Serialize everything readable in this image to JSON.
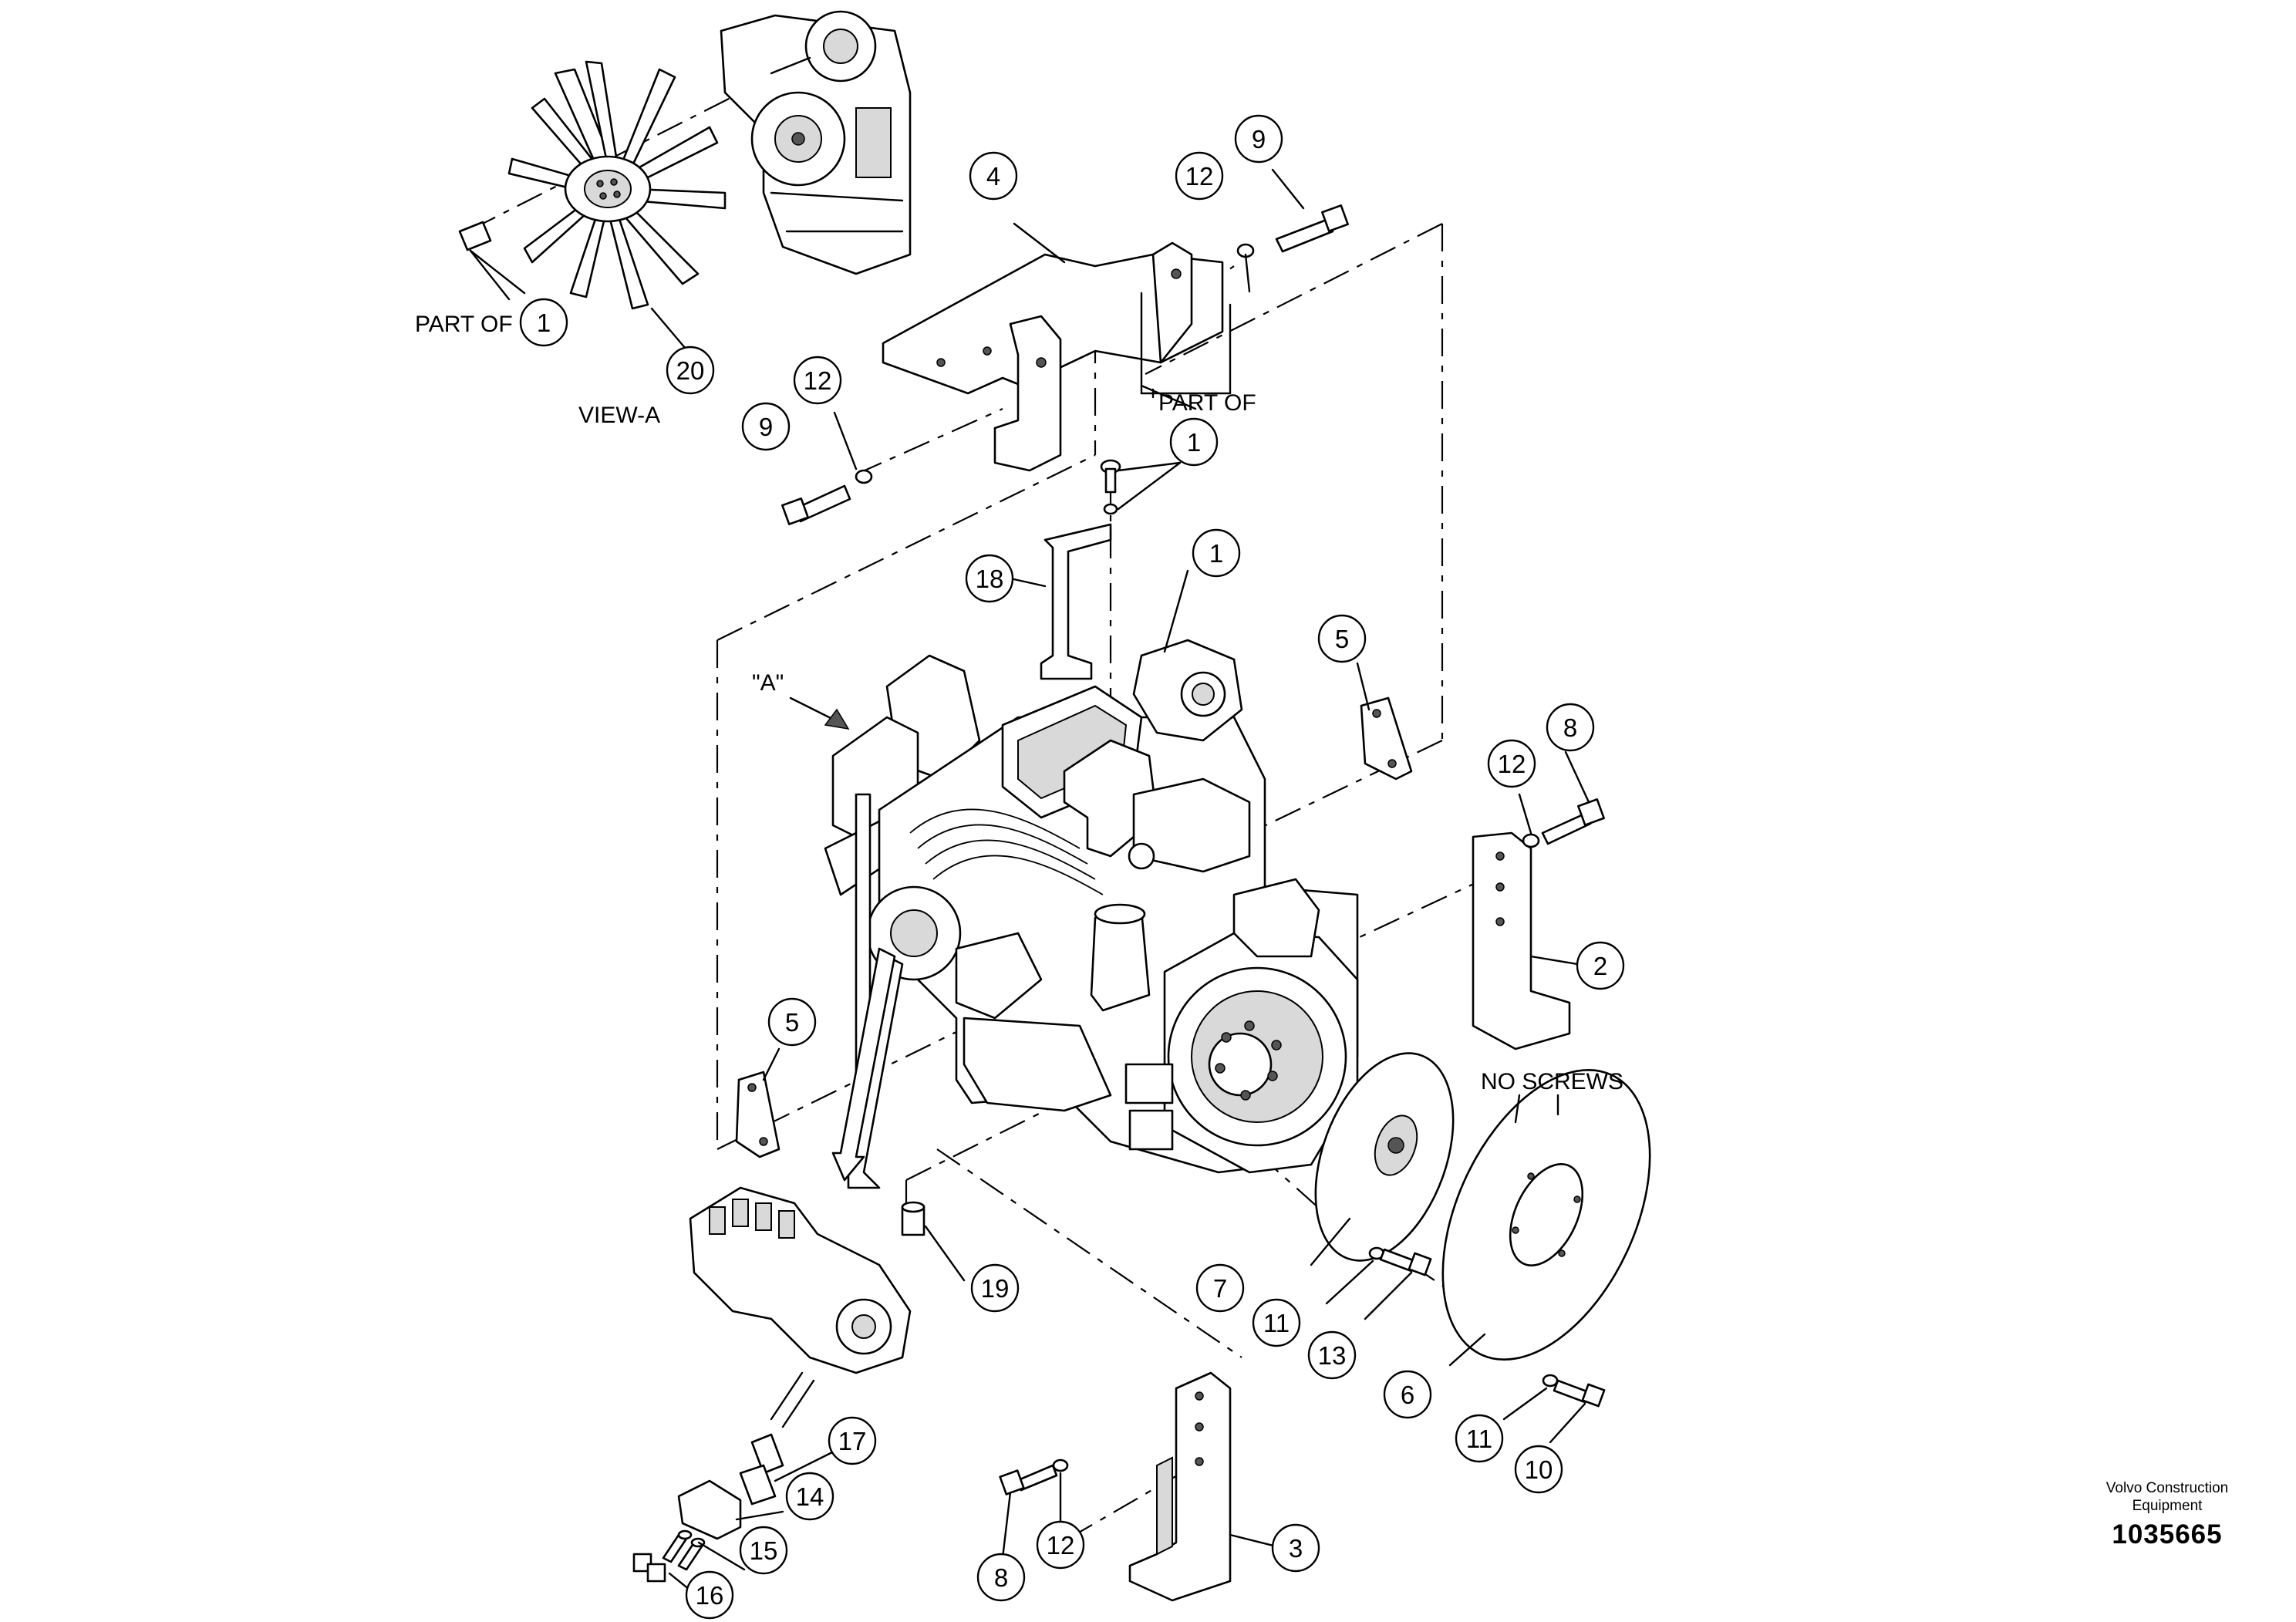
{
  "diagram": {
    "labels": {
      "part_of_a": "PART OF",
      "part_of_b": "PART OF",
      "view_a": "VIEW-A",
      "a_marker": "\"A\"",
      "no_screws": "NO SCREWS"
    },
    "callouts": [
      {
        "id": "c1a",
        "text": "1"
      },
      {
        "id": "c20",
        "text": "20"
      },
      {
        "id": "c4",
        "text": "4"
      },
      {
        "id": "c12a",
        "text": "12"
      },
      {
        "id": "c9a",
        "text": "9"
      },
      {
        "id": "c12b",
        "text": "12"
      },
      {
        "id": "c9b",
        "text": "9"
      },
      {
        "id": "c1b",
        "text": "1"
      },
      {
        "id": "c18",
        "text": "18"
      },
      {
        "id": "c1c",
        "text": "1"
      },
      {
        "id": "c5a",
        "text": "5"
      },
      {
        "id": "c12c",
        "text": "12"
      },
      {
        "id": "c8a",
        "text": "8"
      },
      {
        "id": "c2",
        "text": "2"
      },
      {
        "id": "c5b",
        "text": "5"
      },
      {
        "id": "c19",
        "text": "19"
      },
      {
        "id": "c7",
        "text": "7"
      },
      {
        "id": "c11a",
        "text": "11"
      },
      {
        "id": "c13",
        "text": "13"
      },
      {
        "id": "c6",
        "text": "6"
      },
      {
        "id": "c11b",
        "text": "11"
      },
      {
        "id": "c10",
        "text": "10"
      },
      {
        "id": "c17",
        "text": "17"
      },
      {
        "id": "c14",
        "text": "14"
      },
      {
        "id": "c15",
        "text": "15"
      },
      {
        "id": "c16",
        "text": "16"
      },
      {
        "id": "c8b",
        "text": "8"
      },
      {
        "id": "c12d",
        "text": "12"
      },
      {
        "id": "c3",
        "text": "3"
      }
    ]
  },
  "brand": {
    "line1": "Volvo Construction",
    "line2": "Equipment",
    "code": "1035665"
  }
}
